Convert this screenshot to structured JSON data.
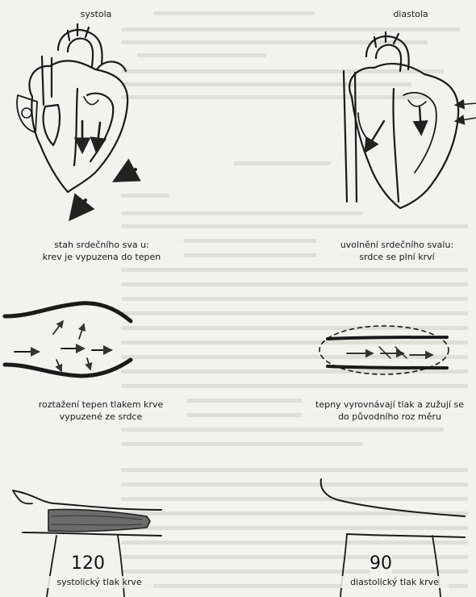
{
  "figure": {
    "systole_title": "systola",
    "diastole_title": "diastola",
    "systole_caption_1": "stah srdečního sva u:",
    "systole_caption_2": "krev je vypuzena do tepen",
    "diastole_caption_1": "uvolnění srdečního svalu:",
    "diastole_caption_2": "srdce se plní krví",
    "artery_stretch_1": "roztažení tepen tlakem krve",
    "artery_stretch_2": "vypuzené ze srdce",
    "artery_relax_1": "tepny vyrovnávají tlak a zužují se",
    "artery_relax_2": "do původního roz měru",
    "systolic_value": "120",
    "systolic_label": "systolický tlak krve",
    "diastolic_value": "90",
    "diastolic_label": "diastolický tlak krve"
  }
}
